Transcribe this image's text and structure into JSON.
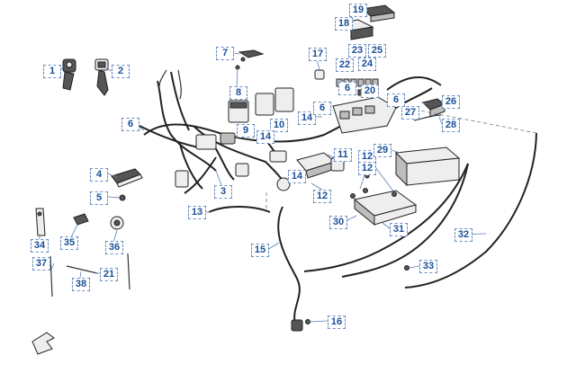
{
  "callouts": [
    "1",
    "2",
    "3",
    "4",
    "5",
    "6",
    "7",
    "8",
    "9",
    "10",
    "11",
    "12",
    "13",
    "14",
    "15",
    "16",
    "17",
    "18",
    "19",
    "20",
    "21",
    "22",
    "23",
    "24",
    "25",
    "26",
    "27",
    "28",
    "29",
    "30",
    "31",
    "32",
    "33",
    "34",
    "35",
    "36",
    "37",
    "38",
    "6",
    "6",
    "6",
    "12",
    "12",
    "14",
    "14"
  ],
  "colors": {
    "callout_text": "#1a4f99",
    "callout_border": "#6c8fc4",
    "line": "#222222",
    "part_fill": "#eeeeee"
  },
  "icons": {
    "front_arrow": "front-direction-arrow-icon"
  }
}
